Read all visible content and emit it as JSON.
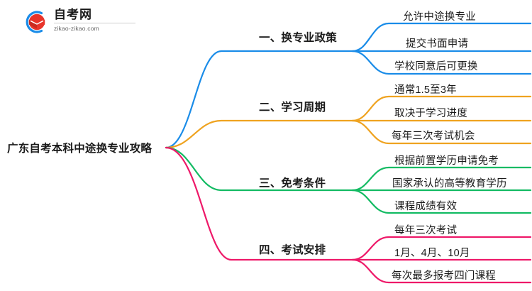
{
  "logo": {
    "title": "自考网",
    "subtitle": "zikao-zikao.com",
    "mark_name": "graduation-cap-logo-icon",
    "arc_color": "#1a8ce8",
    "cap_color": "#e8342a"
  },
  "mindmap": {
    "root": {
      "label": "广东自考本科中途换专业攻略"
    },
    "branches": [
      {
        "label": "一、换专业政策",
        "color": "#1a8ce8",
        "children": [
          {
            "label": "允许中途换专业"
          },
          {
            "label": "提交书面申请"
          },
          {
            "label": "学校同意后可更换"
          }
        ]
      },
      {
        "label": "二、学习周期",
        "color": "#efa320",
        "children": [
          {
            "label": "通常1.5至3年"
          },
          {
            "label": "取决于学习进度"
          },
          {
            "label": "每年三次考试机会"
          }
        ]
      },
      {
        "label": "三、免考条件",
        "color": "#13bb63",
        "children": [
          {
            "label": "根据前置学历申请免考"
          },
          {
            "label": "国家承认的高等教育学历"
          },
          {
            "label": "课程成绩有效"
          }
        ]
      },
      {
        "label": "四、考试安排",
        "color": "#ee1969",
        "children": [
          {
            "label": "每年三次考试"
          },
          {
            "label": "1月、4月、10月"
          },
          {
            "label": "每次最多报考四门课程"
          }
        ]
      }
    ]
  }
}
